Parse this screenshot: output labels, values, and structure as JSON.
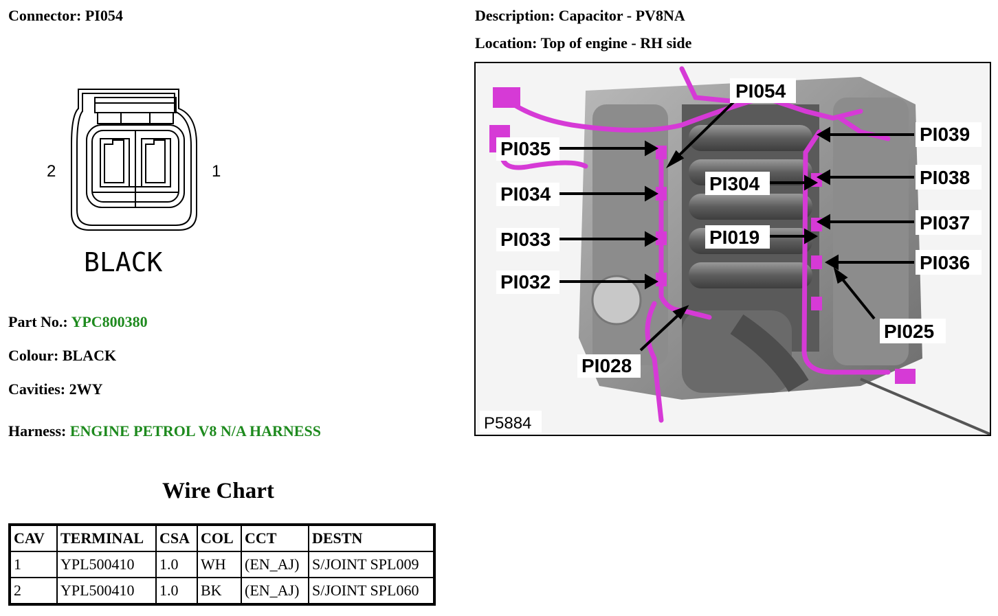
{
  "header": {
    "connector_label": "Connector:",
    "connector_value": "PI054",
    "description_label": "Description:",
    "description_value": "Capacitor - PV8NA",
    "location_label": "Location:",
    "location_value": "Top of engine - RH side"
  },
  "connector_drawing": {
    "pin_left": "2",
    "pin_right": "1",
    "colour_text": "BLACK"
  },
  "details": {
    "part_no_label": "Part No.:",
    "part_no_value": "YPC800380",
    "colour_label": "Colour:",
    "colour_value": "BLACK",
    "cavities_label": "Cavities:",
    "cavities_value": "2WY",
    "harness_label": "Harness:",
    "harness_value": "ENGINE PETROL V8 N/A HARNESS",
    "accent_color": "#1e8a1e"
  },
  "wire_chart": {
    "title": "Wire Chart",
    "headers": [
      "CAV",
      "TERMINAL",
      "CSA",
      "COL",
      "CCT",
      "DESTN"
    ],
    "rows": [
      [
        "1",
        "YPL500410",
        "1.0",
        "WH",
        "(EN_AJ)",
        "S/JOINT SPL009"
      ],
      [
        "2",
        "YPL500410",
        "1.0",
        "BK",
        "(EN_AJ)",
        "S/JOINT SPL060"
      ]
    ]
  },
  "photo": {
    "figure_id": "P5884",
    "harness_color": "#d63ad6",
    "callouts": {
      "c1": "PI054",
      "c2": "PI035",
      "c3": "PI034",
      "c4": "PI033",
      "c5": "PI032",
      "c6": "PI028",
      "c7": "PI039",
      "c8": "PI038",
      "c9": "PI304",
      "c10": "PI037",
      "c11": "PI019",
      "c12": "PI036",
      "c13": "PI025"
    }
  }
}
